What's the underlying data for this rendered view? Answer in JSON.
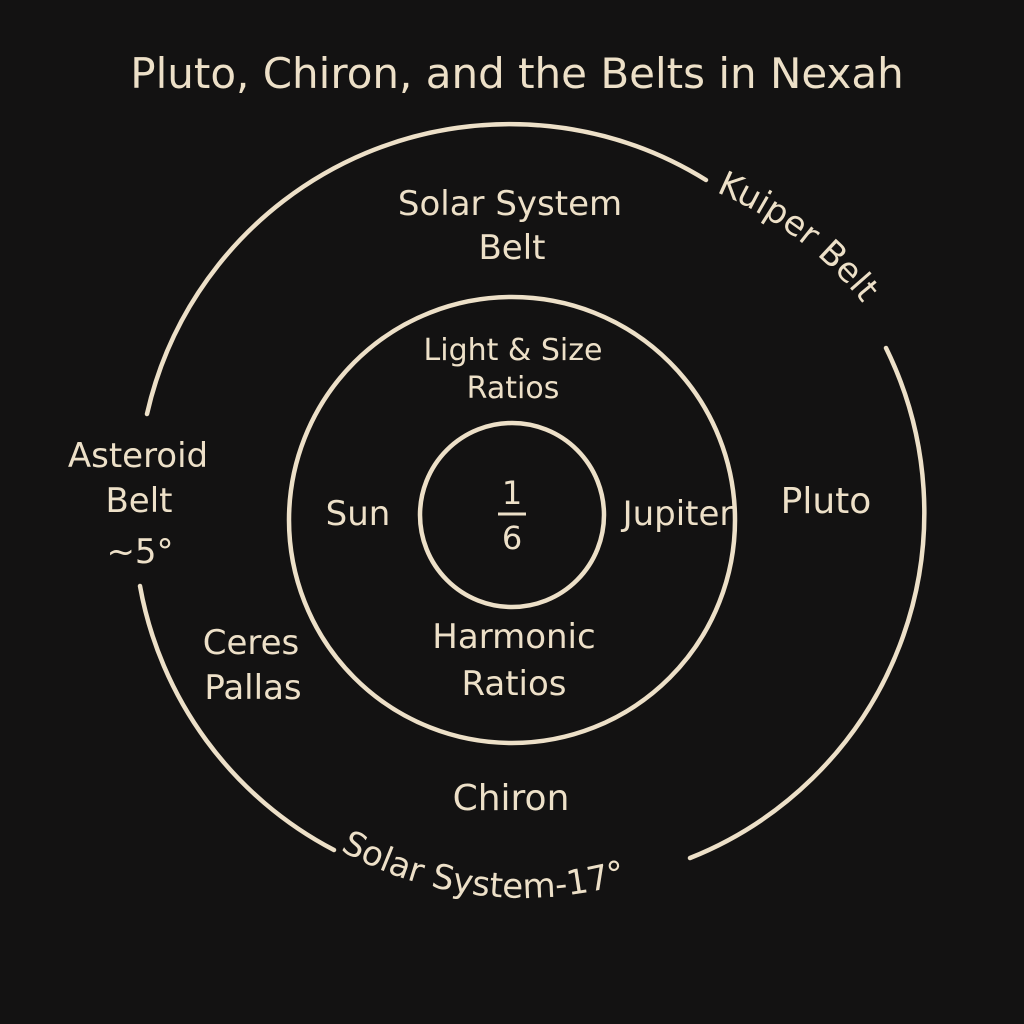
{
  "title": "Pluto, Chiron, and the Belts in Nexah",
  "outer_ring": {
    "top_label_line1": "Solar System",
    "top_label_line2": "Belt",
    "arc_label_right": "Kuiper Belt",
    "arc_label_bottom": "Solar System-17°",
    "left_label_line1": "Asteroid",
    "left_label_line2": "Belt",
    "left_label_line3": "~5°",
    "right_label": "Pluto",
    "lower_left_line1": "Ceres",
    "lower_left_line2": "Pallas",
    "bottom_label": "Chiron"
  },
  "middle_ring": {
    "top_line1": "Light & Size",
    "top_line2": "Ratios",
    "left_label": "Sun",
    "right_label": "Jupiter",
    "bottom_line1": "Harmonic",
    "bottom_line2": "Ratios"
  },
  "inner_ring": {
    "numerator": "1",
    "denominator": "6"
  },
  "colors": {
    "background": "#131212",
    "foreground": "#ede0c8"
  }
}
